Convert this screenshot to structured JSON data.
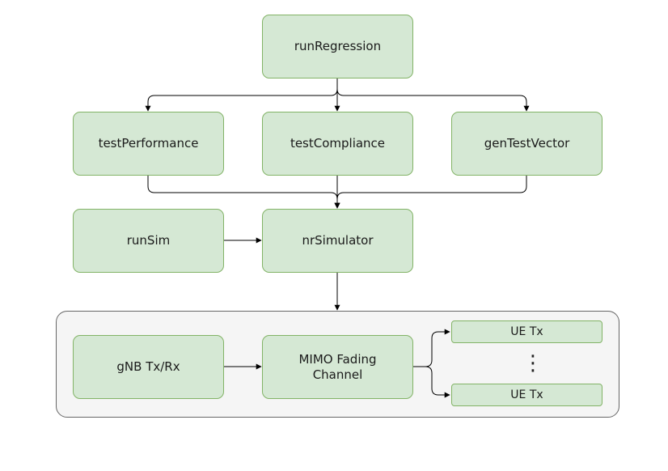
{
  "nodes": {
    "run_regression": "runRegression",
    "test_performance": "testPerformance",
    "test_compliance": "testCompliance",
    "gen_test_vector": "genTestVector",
    "run_sim": "runSim",
    "nr_simulator": "nrSimulator",
    "gnb_txrx": "gNB Tx/Rx",
    "mimo_channel": "MIMO Fading\nChannel",
    "ue_tx_top": "UE Tx",
    "ue_tx_bottom": "UE Tx",
    "ellipsis": "⋮"
  },
  "colors": {
    "node_fill": "#d5e8d4",
    "node_stroke": "#82b366",
    "group_fill": "#f5f5f5",
    "group_stroke": "#666666",
    "edge": "#000000"
  }
}
